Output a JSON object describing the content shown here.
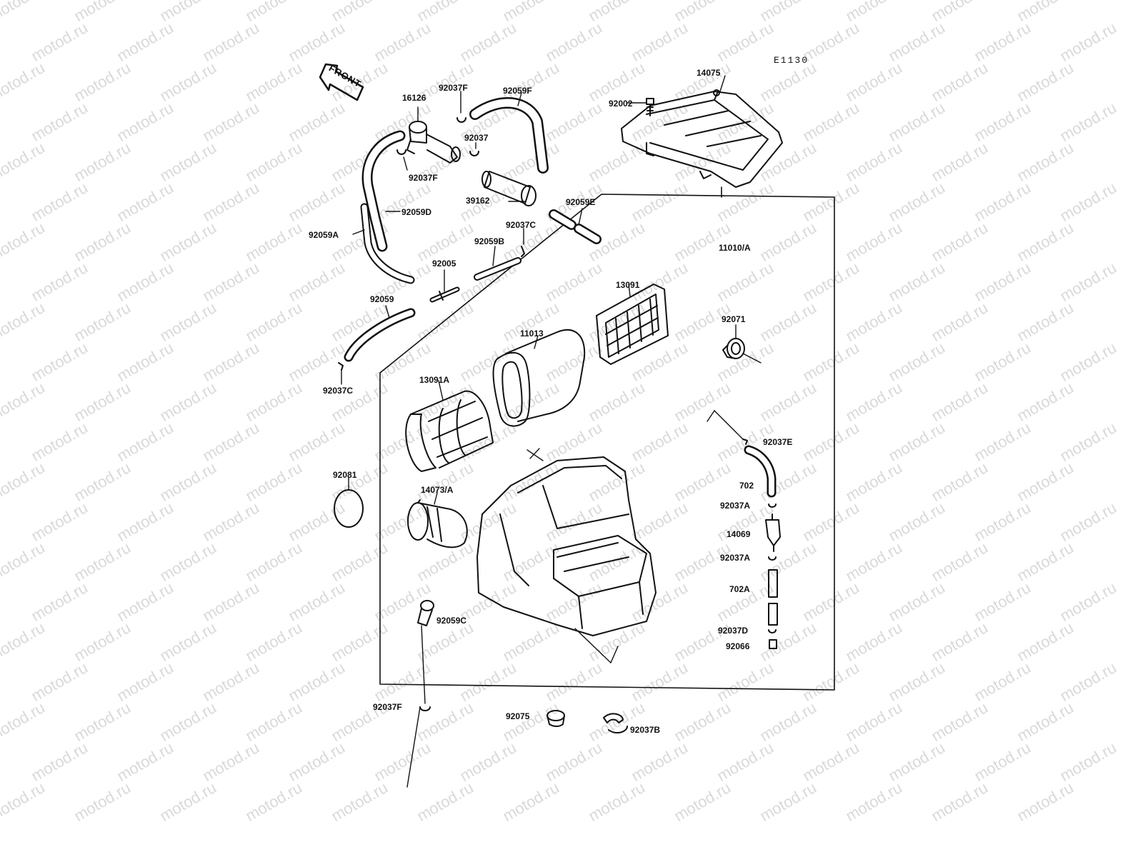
{
  "diagram": {
    "code": "E1130",
    "front_label": "FRONT",
    "watermark": "motod.ru"
  },
  "parts": [
    {
      "id": "14075",
      "label": "14075"
    },
    {
      "id": "92002",
      "label": "92002"
    },
    {
      "id": "16126",
      "label": "16126"
    },
    {
      "id": "92037F_a",
      "label": "92037F"
    },
    {
      "id": "92059F",
      "label": "92059F"
    },
    {
      "id": "92037",
      "label": "92037"
    },
    {
      "id": "92037F_b",
      "label": "92037F"
    },
    {
      "id": "39162",
      "label": "39162"
    },
    {
      "id": "92059E",
      "label": "92059E"
    },
    {
      "id": "92059D",
      "label": "92059D"
    },
    {
      "id": "92059A",
      "label": "92059A"
    },
    {
      "id": "92037C_a",
      "label": "92037C"
    },
    {
      "id": "92059B",
      "label": "92059B"
    },
    {
      "id": "11010A",
      "label": "11010/A"
    },
    {
      "id": "92005",
      "label": "92005"
    },
    {
      "id": "13091",
      "label": "13091"
    },
    {
      "id": "92059",
      "label": "92059"
    },
    {
      "id": "92071",
      "label": "92071"
    },
    {
      "id": "11013",
      "label": "11013"
    },
    {
      "id": "92037C_b",
      "label": "92037C"
    },
    {
      "id": "13091A",
      "label": "13091A"
    },
    {
      "id": "92037E",
      "label": "92037E"
    },
    {
      "id": "92081",
      "label": "92081"
    },
    {
      "id": "702",
      "label": "702"
    },
    {
      "id": "14073A",
      "label": "14073/A"
    },
    {
      "id": "92037A_a",
      "label": "92037A"
    },
    {
      "id": "14069",
      "label": "14069"
    },
    {
      "id": "92037A_b",
      "label": "92037A"
    },
    {
      "id": "702A",
      "label": "702A"
    },
    {
      "id": "92059C",
      "label": "92059C"
    },
    {
      "id": "92037D",
      "label": "92037D"
    },
    {
      "id": "92066",
      "label": "92066"
    },
    {
      "id": "92037F_c",
      "label": "92037F"
    },
    {
      "id": "92075",
      "label": "92075"
    },
    {
      "id": "92037B",
      "label": "92037B"
    }
  ]
}
